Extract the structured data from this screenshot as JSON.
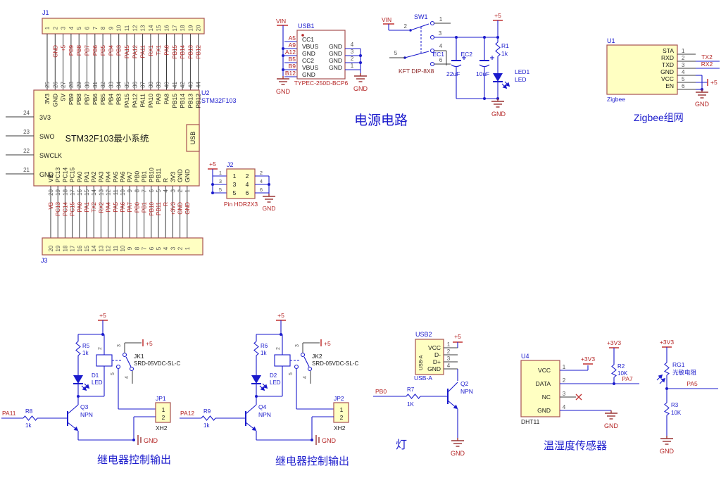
{
  "nets": {
    "gnd": "GND",
    "p5": "+5",
    "p3v3": "+3V3",
    "vin": "VIN"
  },
  "j1": {
    "ref": "J1",
    "pins": [
      "1",
      "2",
      "3",
      "4",
      "5",
      "6",
      "7",
      "8",
      "9",
      "10",
      "11",
      "12",
      "13",
      "14",
      "15",
      "16",
      "17",
      "18",
      "19",
      "20"
    ]
  },
  "top_bus": {
    "net_labels": [
      "GND",
      "+5",
      "PB9",
      "PB8",
      "PB7",
      "PB6",
      "PB5",
      "PB4",
      "PB3",
      "PA15",
      "PA12",
      "PA11",
      "RX1",
      "TX1",
      "PA8",
      "PB15",
      "PB14",
      "PB13",
      "PB12"
    ],
    "u2_pin_numbers": [
      "25",
      "26",
      "27",
      "28",
      "29",
      "30",
      "31",
      "32",
      "33",
      "34",
      "35",
      "36",
      "37",
      "38",
      "39",
      "40",
      "41",
      "42",
      "43",
      "44"
    ]
  },
  "u2": {
    "ref": "U2",
    "value": "STM32F103",
    "title": "STM32F103最小系统",
    "usb_label": "USB",
    "top_pin_names": [
      "3V3",
      "GND",
      "5V",
      "PB9",
      "PB8",
      "PB7",
      "PB6",
      "PB5",
      "PB4",
      "PB3",
      "PA15",
      "PA12",
      "PA11",
      "PA10",
      "PA9",
      "PA8",
      "PB15",
      "PB14",
      "PB13",
      "PB12"
    ],
    "left_pin_numbers": [
      "24",
      "23",
      "22",
      "21"
    ],
    "left_pin_names": [
      "3V3",
      "SWO",
      "SWCLK",
      "GND"
    ],
    "bottom_pin_names": [
      "VB",
      "PC13",
      "PC14",
      "PC15",
      "PA0",
      "PA1",
      "PA2",
      "PA3",
      "PA4",
      "PA5",
      "PA6",
      "PA7",
      "PB0",
      "PB1",
      "PB10",
      "PB11",
      "R",
      "3V3",
      "GND",
      "GND"
    ]
  },
  "bottom_bus": {
    "net_labels": [
      "VB",
      "PC13",
      "PC14",
      "PC15",
      "PA0",
      "PA1",
      "TX2",
      "RX2",
      "PA4",
      "PA5",
      "PA6",
      "PA7",
      "PB0",
      "PB1",
      "PB10",
      "PB11",
      "R",
      "+3V3",
      "GND",
      "GND"
    ],
    "u2_pin_numbers": [
      "20",
      "19",
      "18",
      "17",
      "16",
      "15",
      "14",
      "13",
      "12",
      "11",
      "10",
      "9",
      "8",
      "7",
      "6",
      "5",
      "4",
      "3",
      "2",
      "1"
    ]
  },
  "j3": {
    "ref": "J3",
    "pins": [
      "20",
      "19",
      "18",
      "17",
      "16",
      "15",
      "14",
      "13",
      "12",
      "11",
      "10",
      "9",
      "8",
      "7",
      "6",
      "5",
      "4",
      "3",
      "2",
      "1"
    ]
  },
  "usb1": {
    "ref": "USB1",
    "value": "TYPEC-250D-BCP6",
    "left_designators": [
      "A5",
      "A9",
      "A12",
      "B5",
      "B9",
      "B12"
    ],
    "left_names": [
      "CC1",
      "VBUS",
      "GND",
      "CC2",
      "VBUS",
      "GND"
    ],
    "right_names": [
      "GND",
      "GND",
      "GND",
      "GND"
    ],
    "right_numbers": [
      "4",
      "3",
      "2",
      "1"
    ]
  },
  "sw1": {
    "ref": "SW1",
    "value": "KFT DIP-8X8",
    "pins": [
      "1",
      "2",
      "3",
      "4",
      "5",
      "6"
    ]
  },
  "power": {
    "caption": "电源电路",
    "ec1_ref": "EC1",
    "ec1_val": "22uF",
    "ec2_ref": "EC2",
    "ec2_val": "10uF",
    "r1_ref": "R1",
    "r1_val": "1k",
    "led_ref": "LED1",
    "led_val": "LED"
  },
  "u1": {
    "ref": "U1",
    "value": "Zigbee",
    "caption": "Zigbee组网",
    "pin_names": [
      "STA",
      "RXD",
      "TXD",
      "GND",
      "VCC",
      "EN"
    ],
    "pin_numbers": [
      "1",
      "2",
      "3",
      "4",
      "5",
      "6"
    ],
    "tx2": "TX2",
    "rx2": "RX2"
  },
  "j2": {
    "ref": "J2",
    "value": "Pin HDR2X3",
    "left_numbers": [
      "1",
      "3",
      "5"
    ],
    "right_numbers": [
      "2",
      "4",
      "6"
    ]
  },
  "relay1": {
    "caption": "继电器控制输出",
    "input": "PA11",
    "rin_ref": "R8",
    "rin_val": "1k",
    "q_ref": "Q3",
    "q_val": "NPN",
    "rtop_ref": "R5",
    "rtop_val": "1k",
    "led_ref": "D1",
    "led_val": "LED",
    "relay_ref": "JK1",
    "relay_val": "SRD-05VDC-SL-C",
    "relay_pins": [
      "2",
      "3",
      "5",
      "4"
    ],
    "conn_ref": "JP1",
    "conn_val": "XH2",
    "conn_pins": [
      "1",
      "2"
    ]
  },
  "relay2": {
    "caption": "继电器控制输出",
    "input": "PA12",
    "rin_ref": "R9",
    "rin_val": "1k",
    "q_ref": "Q4",
    "q_val": "NPN",
    "rtop_ref": "R6",
    "rtop_val": "1k",
    "led_ref": "D2",
    "led_val": "LED",
    "relay_ref": "JK2",
    "relay_val": "SRD-05VDC-SL-C",
    "relay_pins": [
      "2",
      "3",
      "5",
      "4"
    ],
    "conn_ref": "JP2",
    "conn_val": "XH2",
    "conn_pins": [
      "1",
      "2"
    ]
  },
  "lamp": {
    "caption": "灯",
    "input": "PB0",
    "usb2_ref": "USB2",
    "usb2_val": "USB-A",
    "usb2_inner": "USB-A",
    "usb2_pin_names": [
      "VCC",
      "D-",
      "D+",
      "GND"
    ],
    "usb2_pin_numbers": [
      "1",
      "2",
      "3",
      "4"
    ],
    "r7_ref": "R7",
    "r7_val": "1K",
    "q_ref": "Q2",
    "q_val": "NPN"
  },
  "dht": {
    "ref": "U4",
    "value": "DHT11",
    "caption": "温湿度传感器",
    "pin_names": [
      "VCC",
      "DATA",
      "NC",
      "GND"
    ],
    "pin_numbers": [
      "1",
      "2",
      "3",
      "4"
    ],
    "r2_ref": "R2",
    "r2_val": "10K",
    "net": "PA7"
  },
  "ldr": {
    "r_ref": "RG1",
    "r_val": "光敏电阻",
    "r3_ref": "R3",
    "r3_val": "10K",
    "net": "PA5"
  }
}
